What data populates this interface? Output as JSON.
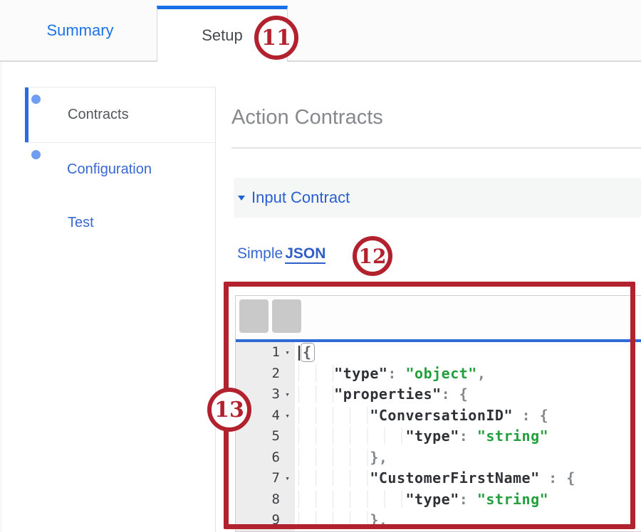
{
  "tab_bar": {
    "tabs": [
      {
        "label": "Summary",
        "active": false
      },
      {
        "label": "Setup",
        "active": true
      }
    ]
  },
  "sidebar": {
    "items": [
      {
        "label": "Contracts",
        "selected": true,
        "bullet": true
      },
      {
        "label": "Configuration",
        "selected": false,
        "bullet": true
      },
      {
        "label": "Test",
        "selected": false,
        "bullet": false
      }
    ]
  },
  "main": {
    "heading": "Action Contracts",
    "input_contract": {
      "label": "Input Contract",
      "collapse_icon": "triangle-down-icon",
      "expanded": true
    },
    "mode_toggle": {
      "options": [
        {
          "label": "Simple",
          "active": false
        },
        {
          "label": "JSON",
          "active": true
        }
      ]
    },
    "editor": {
      "toolbar_icons": [
        "format-code-icon",
        "align-left-icon"
      ],
      "fold_icon": "triangle-down-icon",
      "lines": [
        {
          "num": "1",
          "fold": true,
          "indent": 0,
          "segments": [
            {
              "t": "cursor",
              "v": ""
            },
            {
              "t": "bracebox",
              "v": "{"
            }
          ]
        },
        {
          "num": "2",
          "fold": false,
          "indent": 1,
          "segments": [
            {
              "t": "key",
              "v": "\"type\""
            },
            {
              "t": "punct",
              "v": ": "
            },
            {
              "t": "value",
              "v": "\"object\""
            },
            {
              "t": "punct",
              "v": ","
            }
          ]
        },
        {
          "num": "3",
          "fold": true,
          "indent": 1,
          "segments": [
            {
              "t": "key",
              "v": "\"properties\""
            },
            {
              "t": "punct",
              "v": ": {"
            }
          ]
        },
        {
          "num": "4",
          "fold": true,
          "indent": 2,
          "segments": [
            {
              "t": "key",
              "v": "\"ConversationID\""
            },
            {
              "t": "punct",
              "v": " : {"
            }
          ]
        },
        {
          "num": "5",
          "fold": false,
          "indent": 3,
          "segments": [
            {
              "t": "key",
              "v": "\"type\""
            },
            {
              "t": "punct",
              "v": ": "
            },
            {
              "t": "value",
              "v": "\"string\""
            }
          ]
        },
        {
          "num": "6",
          "fold": false,
          "indent": 2,
          "segments": [
            {
              "t": "punct",
              "v": "},"
            }
          ]
        },
        {
          "num": "7",
          "fold": true,
          "indent": 2,
          "segments": [
            {
              "t": "key",
              "v": "\"CustomerFirstName\""
            },
            {
              "t": "punct",
              "v": " : {"
            }
          ]
        },
        {
          "num": "8",
          "fold": false,
          "indent": 3,
          "segments": [
            {
              "t": "key",
              "v": "\"type\""
            },
            {
              "t": "punct",
              "v": ": "
            },
            {
              "t": "value",
              "v": "\"string\""
            }
          ]
        },
        {
          "num": "9",
          "fold": false,
          "indent": 2,
          "segments": [
            {
              "t": "punct",
              "v": "},"
            }
          ]
        }
      ]
    }
  },
  "annotations": {
    "badges": [
      {
        "label": "11"
      },
      {
        "label": "12"
      },
      {
        "label": "13"
      }
    ]
  },
  "colors": {
    "annotation_red": "#b2222e",
    "tab_active_blue": "#1a6fe8",
    "tab_link_blue": "#1a73e8",
    "editor_blue": "#2e6bd8",
    "value_green": "#23a03d",
    "dot_blue": "#6f9df2",
    "sidebar_link_blue": "#3968d5"
  }
}
